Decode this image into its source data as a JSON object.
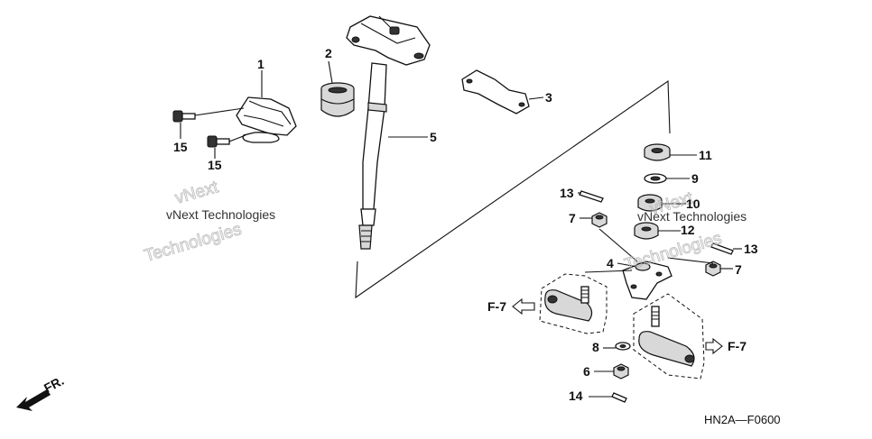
{
  "diagram": {
    "callouts": [
      {
        "id": "1",
        "label": "1"
      },
      {
        "id": "2",
        "label": "2"
      },
      {
        "id": "3",
        "label": "3"
      },
      {
        "id": "4",
        "label": "4"
      },
      {
        "id": "5",
        "label": "5"
      },
      {
        "id": "6",
        "label": "6"
      },
      {
        "id": "7a",
        "label": "7"
      },
      {
        "id": "7b",
        "label": "7"
      },
      {
        "id": "8",
        "label": "8"
      },
      {
        "id": "9",
        "label": "9"
      },
      {
        "id": "10",
        "label": "10"
      },
      {
        "id": "11",
        "label": "11"
      },
      {
        "id": "12",
        "label": "12"
      },
      {
        "id": "13a",
        "label": "13"
      },
      {
        "id": "13b",
        "label": "13"
      },
      {
        "id": "14",
        "label": "14"
      },
      {
        "id": "15a",
        "label": "15"
      },
      {
        "id": "15b",
        "label": "15"
      }
    ],
    "references": {
      "left": "F-7",
      "right": "F-7"
    },
    "forward_label": "FR.",
    "diagram_code": "HN2A—F0600",
    "watermark": {
      "line1": "vNext",
      "line2": "vNext Technologies",
      "line3": "Technologies"
    }
  }
}
